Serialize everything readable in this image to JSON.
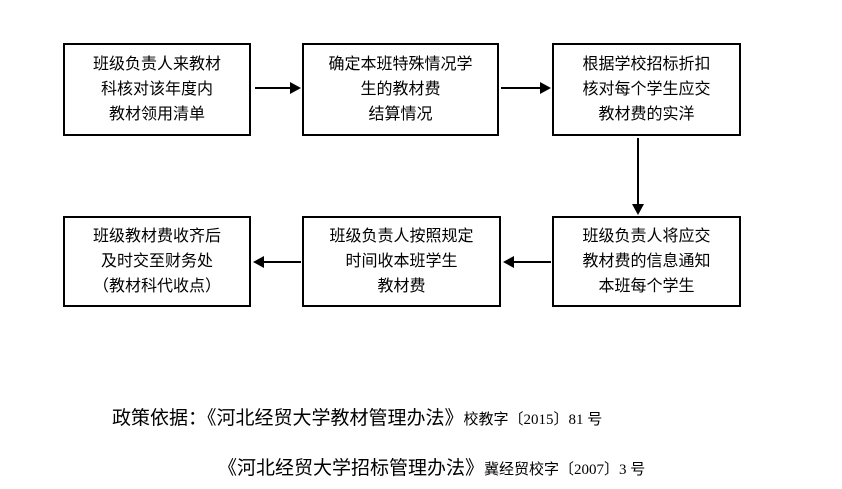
{
  "colors": {
    "line": "#000000",
    "background": "#ffffff"
  },
  "flowchart": {
    "boxes": [
      {
        "id": "box1",
        "lines": [
          "班级负责人来教材",
          "科核对该年度内",
          "教材领用清单"
        ]
      },
      {
        "id": "box2",
        "lines": [
          "确定本班特殊情况学",
          "生的教材费",
          "结算情况"
        ]
      },
      {
        "id": "box3",
        "lines": [
          "根据学校招标折扣",
          "核对每个学生应交",
          "教材费的实洋"
        ]
      },
      {
        "id": "box4",
        "lines": [
          "班级负责人将应交",
          "教材费的信息通知",
          "本班每个学生"
        ]
      },
      {
        "id": "box5",
        "lines": [
          "班级负责人按照规定",
          "时间收本班学生",
          "教材费"
        ]
      },
      {
        "id": "box6",
        "lines": [
          "班级教材费收齐后",
          "及时交至财务处",
          "（教材科代收点）"
        ]
      }
    ],
    "arrows": [
      {
        "from": "box1",
        "to": "box2",
        "direction": "right"
      },
      {
        "from": "box2",
        "to": "box3",
        "direction": "right"
      },
      {
        "from": "box3",
        "to": "box4",
        "direction": "down"
      },
      {
        "from": "box4",
        "to": "box5",
        "direction": "left"
      },
      {
        "from": "box5",
        "to": "box6",
        "direction": "left"
      }
    ]
  },
  "footer": {
    "line1_prefix": "政策依据：",
    "line1_title": "《河北经贸大学教材管理办法》",
    "line1_ref": "校教字〔2015〕81 号",
    "line2_title": "《河北经贸大学招标管理办法》",
    "line2_ref": "冀经贸校字〔2007〕3 号"
  }
}
